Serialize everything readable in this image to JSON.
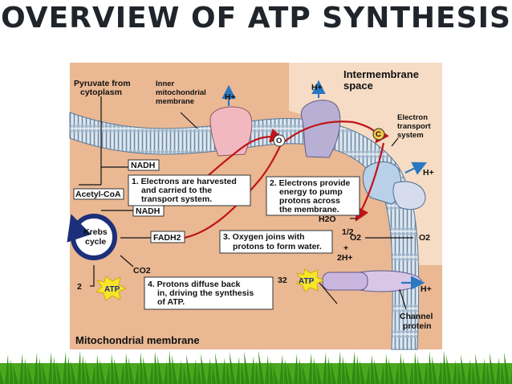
{
  "title": "OVERVIEW OF ATP SYNTHESIS",
  "labels": {
    "pyruvate": [
      "Pyruvate from",
      "cytoplasm"
    ],
    "inner_membrane": [
      "Inner",
      "mitochondrial",
      "membrane"
    ],
    "intermembrane": [
      "Intermembrane",
      "space"
    ],
    "etc": [
      "Electron",
      "transport",
      "system"
    ],
    "h_plus": "H+",
    "nadh": "NADH",
    "acetyl_coa": "Acetyl-CoA",
    "krebs": [
      "Krebs",
      "cycle"
    ],
    "fadh2": "FADH2",
    "co2": "CO2",
    "atp": "ATP",
    "atp_count_krebs": "2",
    "atp_count_synthase": "32",
    "h2o": "H2O",
    "o2": "O2",
    "half": "1/2",
    "plus": "+",
    "two_h": "2H+",
    "o_marker": "O",
    "c_marker": "C",
    "channel_protein": [
      "Channel",
      "protein"
    ],
    "mito_membrane": "Mitochondrial membrane"
  },
  "steps": {
    "step1": [
      "1. Electrons are harvested",
      "and carried to the",
      "transport system."
    ],
    "step2": [
      "2. Electrons provide",
      "energy to pump",
      "protons across",
      "the membrane."
    ],
    "step3": [
      "3. Oxygen joins with",
      "protons to form water."
    ],
    "step4": [
      "4. Protons diffuse back",
      "in, driving the synthesis",
      "of ATP."
    ]
  },
  "colors": {
    "background": "#eab893",
    "intermembrane": "#f6dcc4",
    "membrane_stripe": "#6d8aa6",
    "pump_pink": "#f2b8c0",
    "pump_lavender": "#b8b0d4",
    "arrow_red": "#c0141a",
    "arrow_blue": "#2a78c0",
    "krebs_ring": "#1c2f7a",
    "atp_star": "#f7e528",
    "grass": "#3c9a1c"
  }
}
